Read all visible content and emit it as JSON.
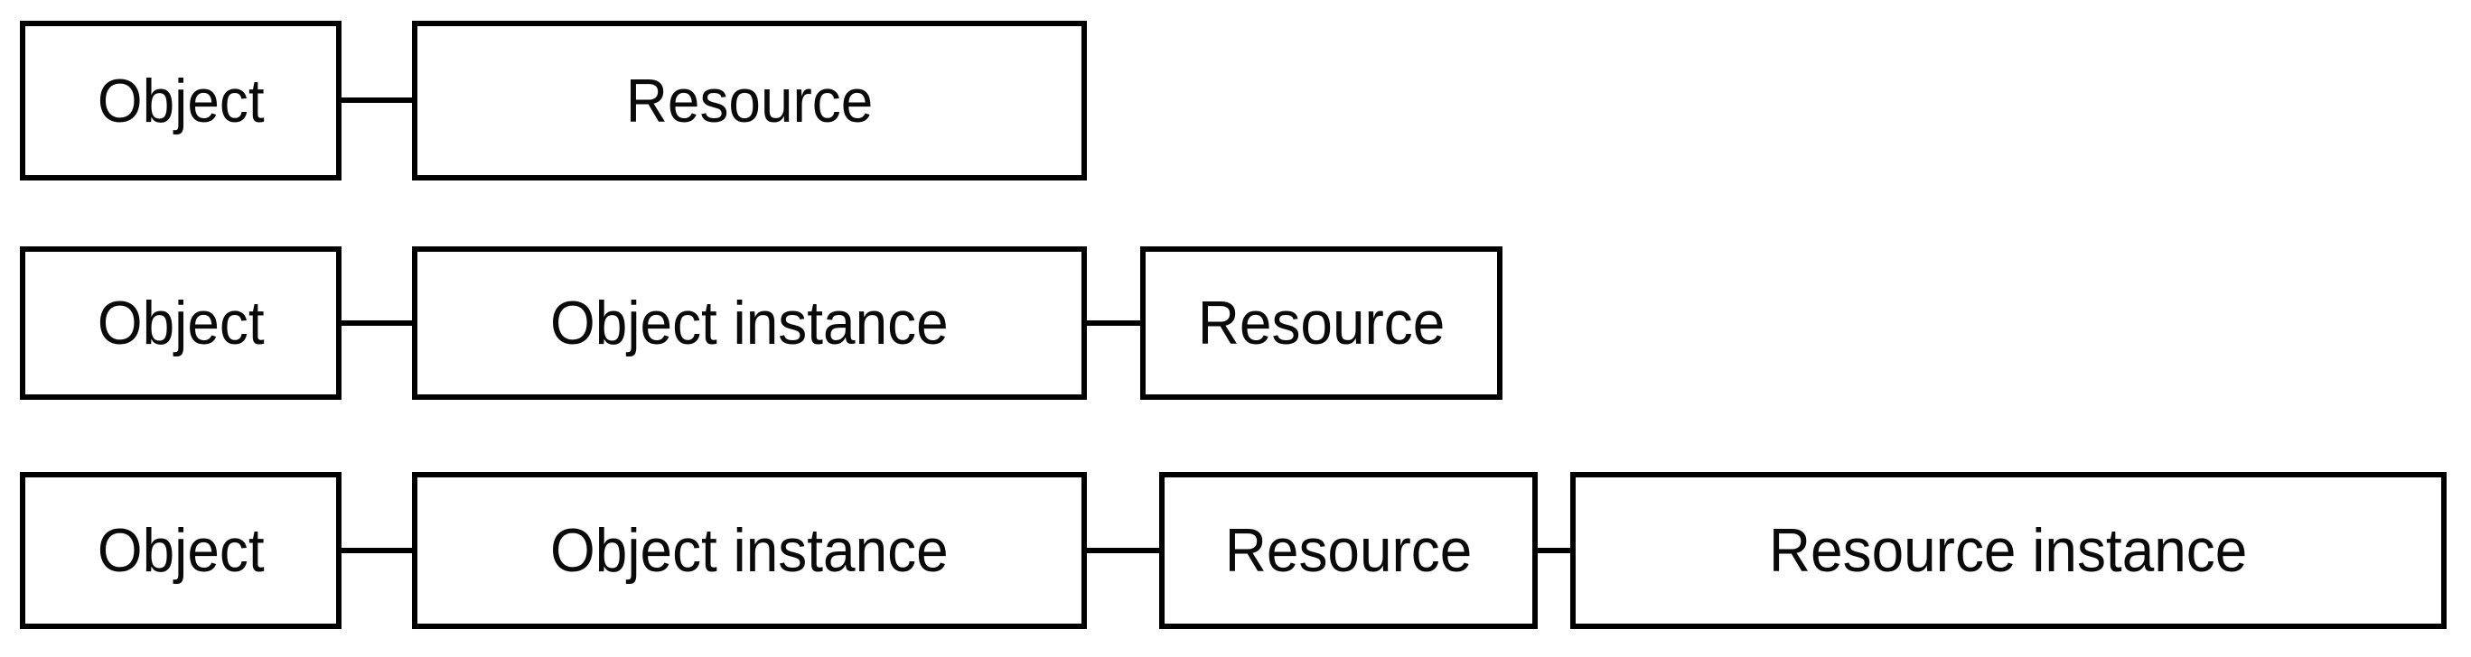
{
  "diagram": {
    "type": "chain-relationship-diagram",
    "background_color": "#ffffff",
    "box_border_color": "#010101",
    "box_fill_color": "#ffffff",
    "text_color": "#0a0a0a",
    "connector_color": "#010101",
    "rows": [
      {
        "id": "row-1",
        "nodes": [
          {
            "label": "Object"
          },
          {
            "label": "Resource"
          }
        ],
        "connectors": [
          {
            "from": "Object",
            "to": "Resource"
          }
        ]
      },
      {
        "id": "row-2",
        "nodes": [
          {
            "label": "Object"
          },
          {
            "label": "Object instance"
          },
          {
            "label": "Resource"
          }
        ],
        "connectors": [
          {
            "from": "Object",
            "to": "Object instance"
          },
          {
            "from": "Object instance",
            "to": "Resource"
          }
        ]
      },
      {
        "id": "row-3",
        "nodes": [
          {
            "label": "Object"
          },
          {
            "label": "Object instance"
          },
          {
            "label": "Resource"
          },
          {
            "label": "Resource instance"
          }
        ],
        "connectors": [
          {
            "from": "Object",
            "to": "Object instance"
          },
          {
            "from": "Object instance",
            "to": "Resource"
          },
          {
            "from": "Resource",
            "to": "Resource instance"
          }
        ]
      }
    ]
  }
}
